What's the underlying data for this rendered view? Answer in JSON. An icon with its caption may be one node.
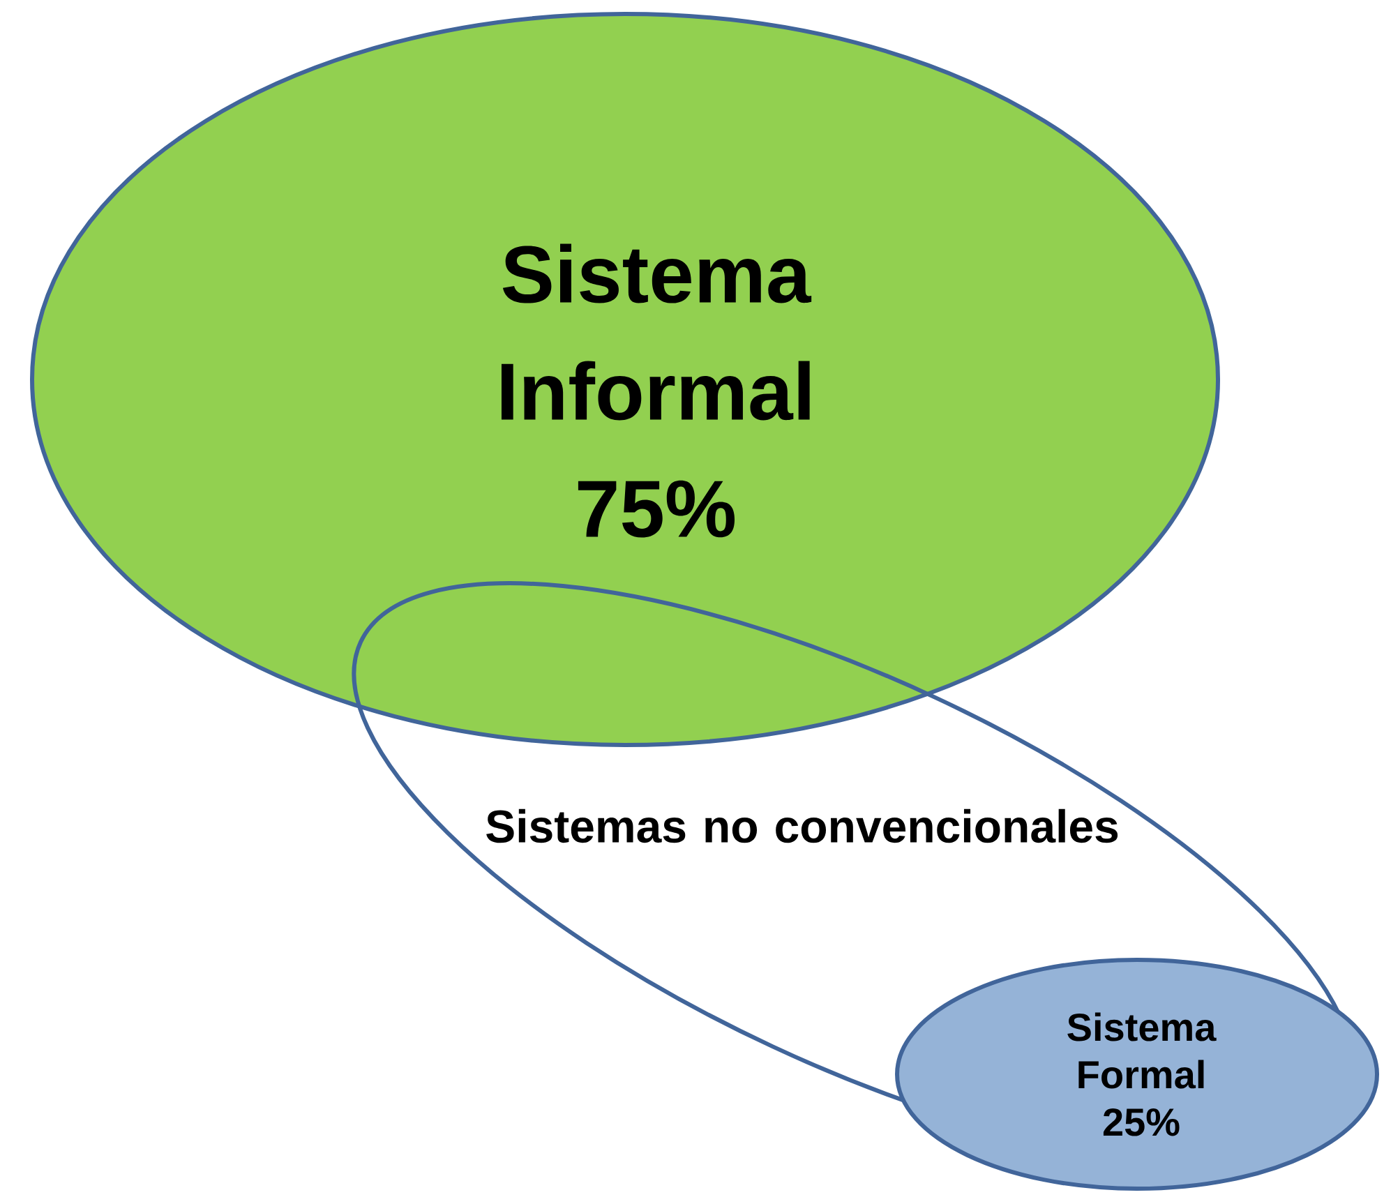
{
  "diagram": {
    "nodes": [
      {
        "text": [
          "Sistema Informal 75%"
        ]
      },
      {
        "text": [
          "Sistemas no convencionales"
        ]
      },
      {
        "text": [
          "Sistema Formal 25%"
        ]
      }
    ]
  }
}
